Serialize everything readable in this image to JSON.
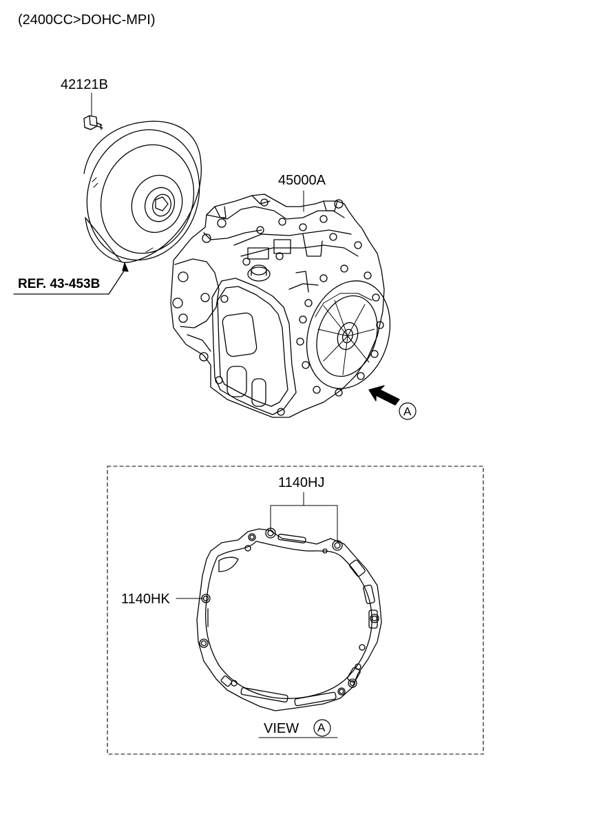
{
  "header": {
    "engine_spec": "(2400CC>DOHC-MPI)"
  },
  "callouts": {
    "bolt": "42121B",
    "transaxle": "45000A",
    "reference": "REF. 43-453B",
    "dowel_pin_top": "1140HJ",
    "dowel_pin_side": "1140HK"
  },
  "view": {
    "label": "VIEW",
    "marker": "A"
  },
  "arrow_marker": "A"
}
